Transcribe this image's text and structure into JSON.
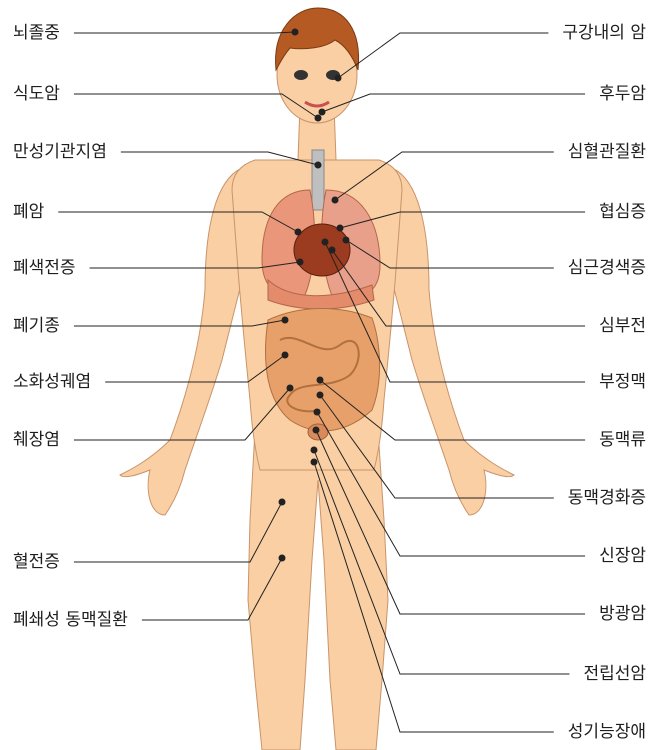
{
  "left_labels": [
    {
      "text": "뇌졸중"
    },
    {
      "text": "식도암"
    },
    {
      "text": "만성기관지염"
    },
    {
      "text": "폐암"
    },
    {
      "text": "폐색전증"
    },
    {
      "text": "폐기종"
    },
    {
      "text": "소화성궤염"
    },
    {
      "text": "췌장염"
    },
    {
      "text": "혈전증"
    },
    {
      "text": "폐쇄성 동맥질환"
    }
  ],
  "right_labels": [
    {
      "text": "구강내의 암"
    },
    {
      "text": "후두암"
    },
    {
      "text": "심혈관질환"
    },
    {
      "text": "협심증"
    },
    {
      "text": "심근경색증"
    },
    {
      "text": "심부전"
    },
    {
      "text": "부정맥"
    },
    {
      "text": "동맥류"
    },
    {
      "text": "동맥경화증"
    },
    {
      "text": "신장암"
    },
    {
      "text": "방광암"
    },
    {
      "text": "전립선암"
    },
    {
      "text": "성기능장애"
    }
  ],
  "colors": {
    "skin": "#f9cfa3",
    "skin_outline": "#c9946a",
    "hair": "#b55a22",
    "lung": "#e9967a",
    "heart": "#9b3b1f",
    "intestine": "#e8a06a",
    "leader_line": "#222222",
    "dot": "#222222"
  }
}
